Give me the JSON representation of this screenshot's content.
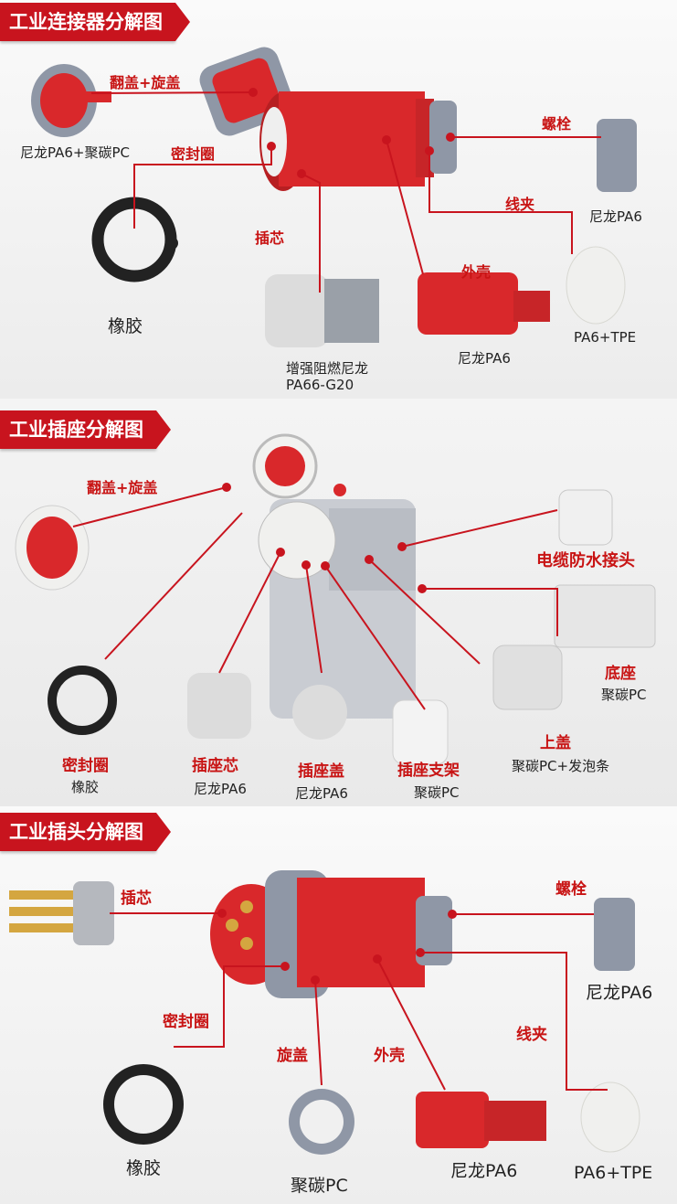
{
  "sections": [
    {
      "title": "工业连接器分解图",
      "labels": {
        "cover": "翻盖+旋盖",
        "cover_material": "尼龙PA6+聚碳PC",
        "seal": "密封圈",
        "rubber": "橡胶",
        "core": "插芯",
        "core_material_1": "增强阻燃尼龙",
        "core_material_2": "PA66-G20",
        "bolt": "螺栓",
        "bolt_material": "尼龙PA6",
        "clamp": "线夹",
        "clamp_material": "PA6+TPE",
        "shell": "外壳",
        "shell_material": "尼龙PA6"
      }
    },
    {
      "title": "工业插座分解图",
      "labels": {
        "cover": "翻盖+旋盖",
        "cable_gland": "电缆防水接头",
        "base": "底座",
        "base_material": "聚碳PC",
        "top_cover": "上盖",
        "top_cover_material": "聚碳PC+发泡条",
        "seal": "密封圈",
        "seal_material": "橡胶",
        "socket_core": "插座芯",
        "socket_core_material": "尼龙PA6",
        "socket_cap": "插座盖",
        "socket_cap_material": "尼龙PA6",
        "socket_bracket": "插座支架",
        "socket_bracket_material": "聚碳PC"
      }
    },
    {
      "title": "工业插头分解图",
      "labels": {
        "core": "插芯",
        "bolt": "螺栓",
        "bolt_material": "尼龙PA6",
        "seal": "密封圈",
        "rubber": "橡胶",
        "screw_cap": "旋盖",
        "screw_cap_material": "聚碳PC",
        "shell": "外壳",
        "shell_material": "尼龙PA6",
        "clamp": "线夹",
        "clamp_material": "PA6+TPE"
      }
    }
  ],
  "colors": {
    "accent": "#c8141e",
    "part_red": "#d9282b",
    "part_gray": "#8f97a6",
    "part_white": "#f0f0ee"
  }
}
